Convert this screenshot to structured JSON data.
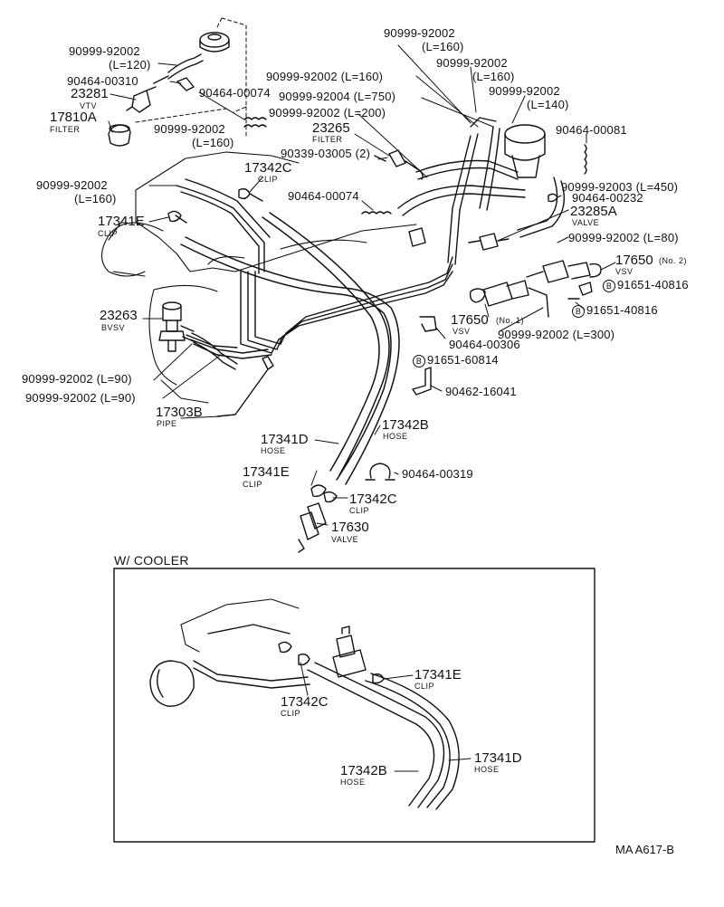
{
  "colors": {
    "ink": "#111111",
    "background": "#ffffff"
  },
  "labels": {
    "p_90999_92002_top": "90999-92002",
    "l120": "(L=120)",
    "p_90464_00310": "90464-00310",
    "p_23281": "23281",
    "vtv": "VTV",
    "p_17810a": "17810A",
    "filter1": "FILTER",
    "p_90464_00074_a": "90464-00074",
    "p_90999_92002_l160_a": "90999-92002",
    "l160_a": "(L=160)",
    "p_90999_92002_l160_left": "90999-92002",
    "l160_left": "(L=160)",
    "p_17341e_top": "17341E",
    "clip_a": "CLIP",
    "p_17342c_top": "17342C",
    "clip_b": "CLIP",
    "p_23263": "23263",
    "bvsv": "BVSV",
    "p_90999_92002_l90_a": "90999-92002 (L=90)",
    "p_90999_92002_l90_b": "90999-92002 (L=90)",
    "p_17303b": "17303B",
    "pipe": "PIPE",
    "p_90999_92002_top2": "90999-92002",
    "l160_top2": "(L=160)",
    "p_90999_92002_top3": "90999-92002",
    "l160_top3": "(L=160)",
    "p_90999_92002_l160_mid": "90999-92002 (L=160)",
    "p_90999_92002_top4": "90999-92002",
    "l140": "(L=140)",
    "p_90999_92004": "90999-92004 (L=750)",
    "p_90999_92002_l200": "90999-92002 (L=200)",
    "p_23265": "23265",
    "filter2": "FILTER",
    "p_90339_03005": "90339-03005 (2)",
    "p_90464_00081": "90464-00081",
    "p_90999_92003": "90999-92003 (L=450)",
    "p_90464_00232": "90464-00232",
    "p_90464_00074_b": "90464-00074",
    "p_23285a": "23285A",
    "valve_a": "VALVE",
    "p_90999_92002_l80": "90999-92002 (L=80)",
    "p_17650_no2": "17650",
    "no2": "(No. 2)",
    "vsv_a": "VSV",
    "p_91651_40816_a": "91651-40816",
    "p_91651_40816_b": "91651-40816",
    "p_17650_no1": "17650",
    "no1": "(No. 1)",
    "vsv_b": "VSV",
    "p_90999_92002_l300": "90999-92002 (L=300)",
    "p_90464_00306": "90464-00306",
    "p_91651_60814": "91651-60814",
    "p_90462_16041": "90462-16041",
    "p_17341d": "17341D",
    "hose_a": "HOSE",
    "p_17342b": "17342B",
    "hose_b": "HOSE",
    "p_17341e_mid": "17341E",
    "clip_c": "CLIP",
    "p_90464_00319": "90464-00319",
    "p_17342c_mid": "17342C",
    "clip_d": "CLIP",
    "p_17630": "17630",
    "valve_b": "VALVE",
    "bolt_marker": "B",
    "cooler_title": "W/ COOLER",
    "c_17341e": "17341E",
    "c_clip_a": "CLIP",
    "c_17342c": "17342C",
    "c_clip_b": "CLIP",
    "c_17342b": "17342B",
    "c_hose_a": "HOSE",
    "c_17341d": "17341D",
    "c_hose_b": "HOSE",
    "figure_ref": "MA A617-B"
  }
}
